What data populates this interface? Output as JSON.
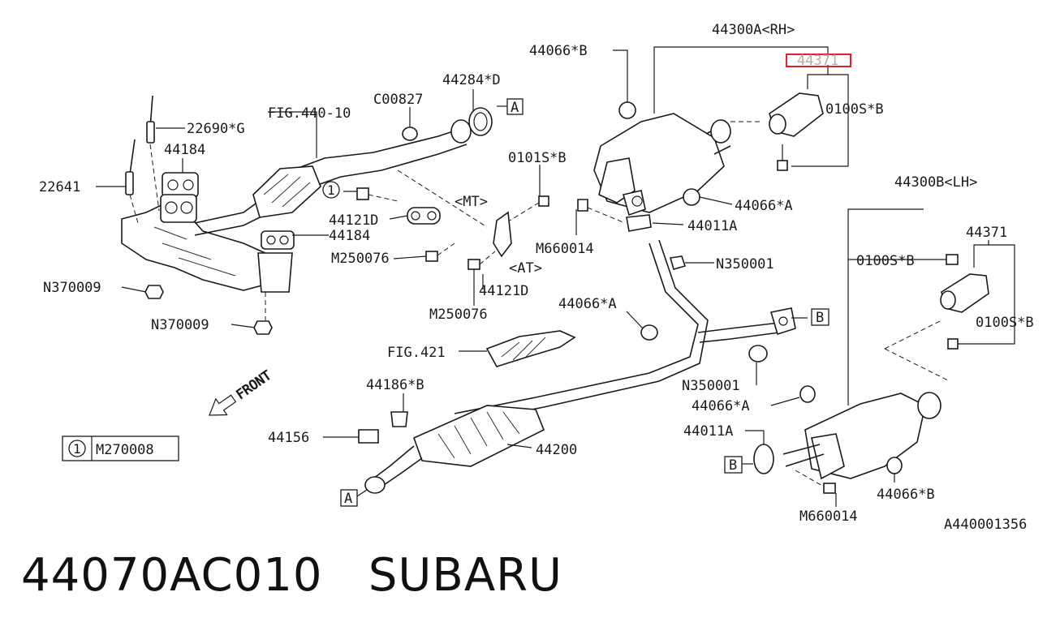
{
  "labels": {
    "p44300a_rh": "44300A<RH>",
    "p44066b_top": "44066*B",
    "p44371_highlight": "44371",
    "p0100sb_top": "0100S*B",
    "p44284d": "44284*D",
    "c00827": "C00827",
    "a_top": "A",
    "fig440_10": "FIG.440-10",
    "p22690g": "22690*G",
    "p44184_top": "44184",
    "p22641": "22641",
    "callout1": "1",
    "mt": "<MT>",
    "p0101sb": "0101S*B",
    "p44066a_top": "44066*A",
    "p44011a_top": "44011A",
    "m660014_top": "M660014",
    "p44121d_top": "44121D",
    "p44184_mid": "44184",
    "m250076_top": "M250076",
    "at": "<AT>",
    "n350001_top": "N350001",
    "p44121d_bot": "44121D",
    "n370009_top": "N370009",
    "m250076_bot": "M250076",
    "n370009_bot": "N370009",
    "p44066a_mid": "44066*A",
    "b_mid": "B",
    "fig421": "FIG.421",
    "front": "FRONT",
    "p44300b_lh": "44300B<LH>",
    "p44371_lh": "44371",
    "p0100sb_lh1": "0100S*B",
    "p0100sb_lh2": "0100S*B",
    "n350001_bot": "N350001",
    "p44186b": "44186*B",
    "p44066a_bot": "44066*A",
    "p44156": "44156",
    "p44200": "44200",
    "p44011a_bot": "44011A",
    "b_bot": "B",
    "p44066b_bot": "44066*B",
    "a_bot": "A",
    "m660014_bot": "M660014",
    "legend_num": "1",
    "legend_code": "M270008",
    "figure_id": "A440001356"
  },
  "caption": "44070AC010   SUBARU",
  "colors": {
    "highlight": "#e0202a",
    "ink": "#1a1a1a"
  }
}
